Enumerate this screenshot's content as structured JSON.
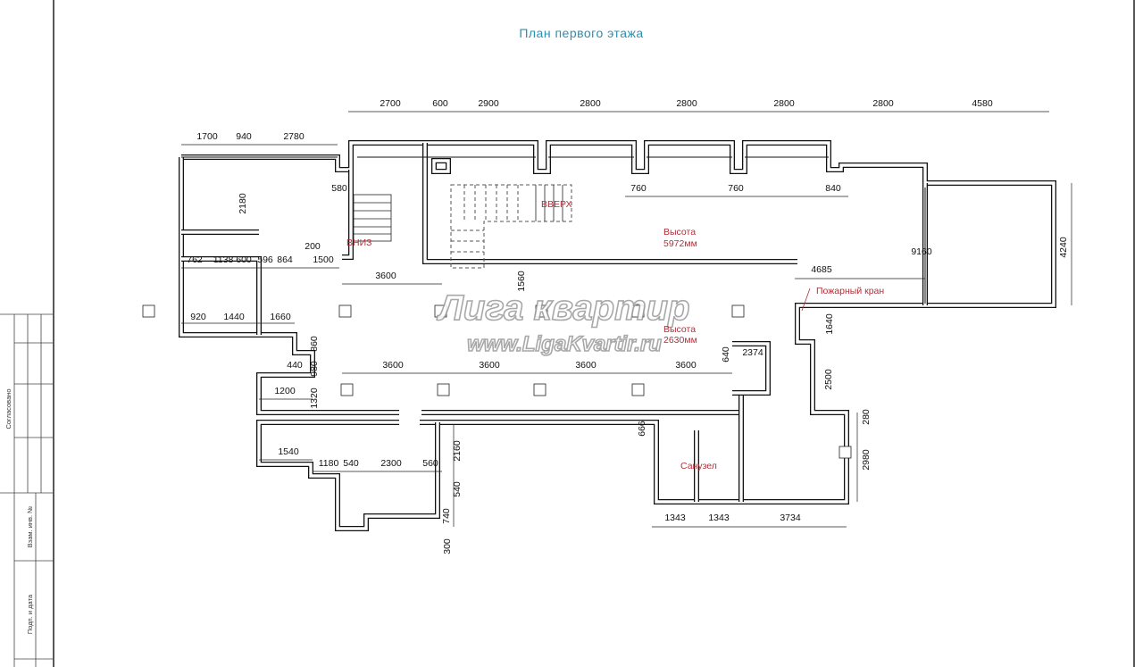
{
  "title": "План первого этажа",
  "watermark": {
    "line1": "Лига квартир",
    "line2": "www.LigaKvartir.ru"
  },
  "stamp": {
    "agreed": "Согласовано",
    "replace_inv": "Взам. инв. №",
    "sign_date": "Подп. и дата"
  },
  "labels": {
    "up": "ВВЕРХ",
    "down": "ВНИЗ",
    "height1_label": "Высота",
    "height1_value": "5972мм",
    "height2_label": "Высота",
    "height2_value": "2630мм",
    "fire_hydrant": "Пожарный кран",
    "bathroom": "Санузел"
  },
  "dimensions": [
    "2700",
    "600",
    "2900",
    "2800",
    "2800",
    "2800",
    "2800",
    "4580",
    "1700",
    "940",
    "2780",
    "2180",
    "580",
    "200",
    "762",
    "1138",
    "600",
    "596",
    "864",
    "1500",
    "3600",
    "1560",
    "920",
    "1440",
    "1660",
    "760",
    "760",
    "840",
    "9160",
    "4685",
    "4240",
    "1640",
    "2374",
    "640",
    "2500",
    "280",
    "2980",
    "860",
    "440",
    "980",
    "1200",
    "1320",
    "3600",
    "3600",
    "3600",
    "3600",
    "666",
    "1540",
    "1180",
    "540",
    "2300",
    "560",
    "2160",
    "540",
    "740",
    "300",
    "1343",
    "1343",
    "3734"
  ],
  "colors": {
    "title": "#2a8fb0",
    "annotation": "#b0303a",
    "wall": "#111111"
  }
}
